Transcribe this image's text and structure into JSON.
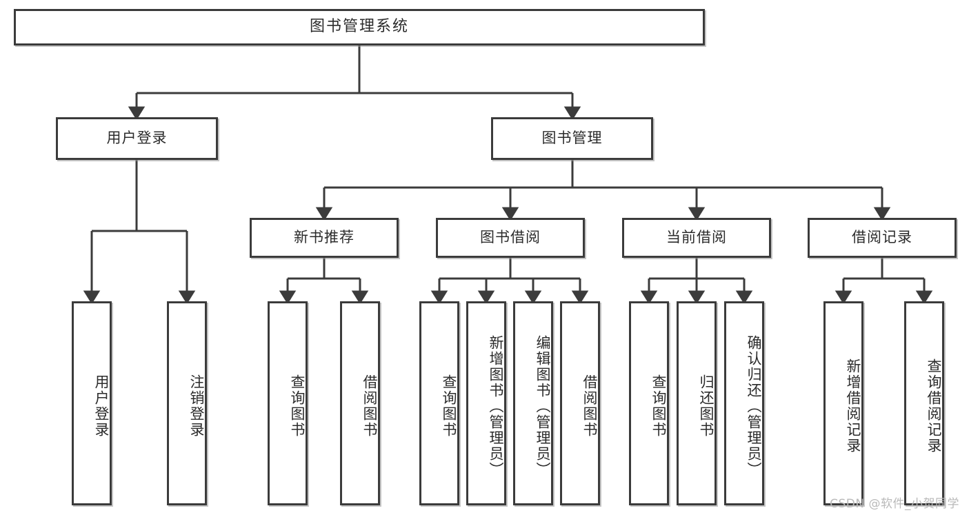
{
  "diagram": {
    "title": "图书管理系统",
    "type": "tree-hierarchy-chart",
    "line_color": "#3b3b3b",
    "box_fill": "#ffffff",
    "text_color": "#2b2b2b"
  },
  "root": {
    "label": "图书管理系统"
  },
  "tier1": [
    {
      "label": "用户登录"
    },
    {
      "label": "图书管理"
    }
  ],
  "tier2": [
    {
      "label": "新书推荐"
    },
    {
      "label": "图书借阅"
    },
    {
      "label": "当前借阅"
    },
    {
      "label": "借阅记录"
    }
  ],
  "leaves": {
    "user_login": [
      {
        "label": "用户登录"
      },
      {
        "label": "注销登录"
      }
    ],
    "new_book_recommend": [
      {
        "label": "查询图书"
      },
      {
        "label": "借阅图书"
      }
    ],
    "book_borrow": [
      {
        "label": "查询图书"
      },
      {
        "label": "新增图书（管理员）"
      },
      {
        "label": "编辑图书（管理员）"
      },
      {
        "label": "借阅图书"
      }
    ],
    "current_borrow": [
      {
        "label": "查询图书"
      },
      {
        "label": "归还图书"
      },
      {
        "label": "确认归还（管理员）"
      }
    ],
    "borrow_records": [
      {
        "label": "新增借阅记录"
      },
      {
        "label": "查询借阅记录"
      }
    ]
  },
  "watermark": {
    "text": "CSDN @软件_小贺同学"
  }
}
